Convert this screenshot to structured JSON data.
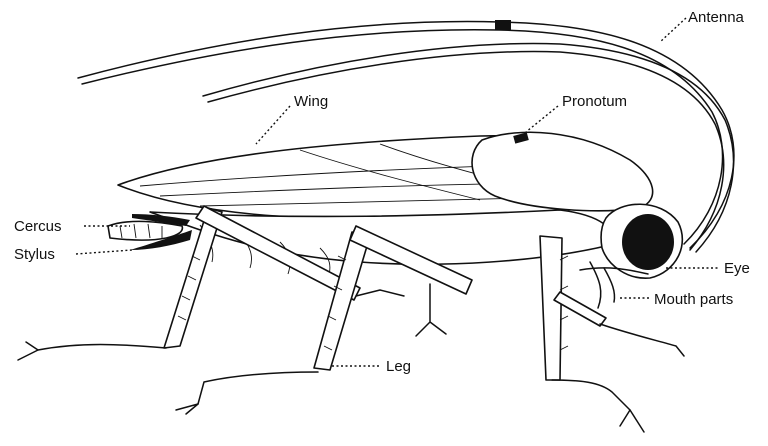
{
  "labels": {
    "antenna": "Antenna",
    "wing": "Wing",
    "pronotum": "Pronotum",
    "cercus": "Cercus",
    "stylus": "Stylus",
    "eye": "Eye",
    "mouth_parts": "Mouth parts",
    "leg": "Leg"
  }
}
